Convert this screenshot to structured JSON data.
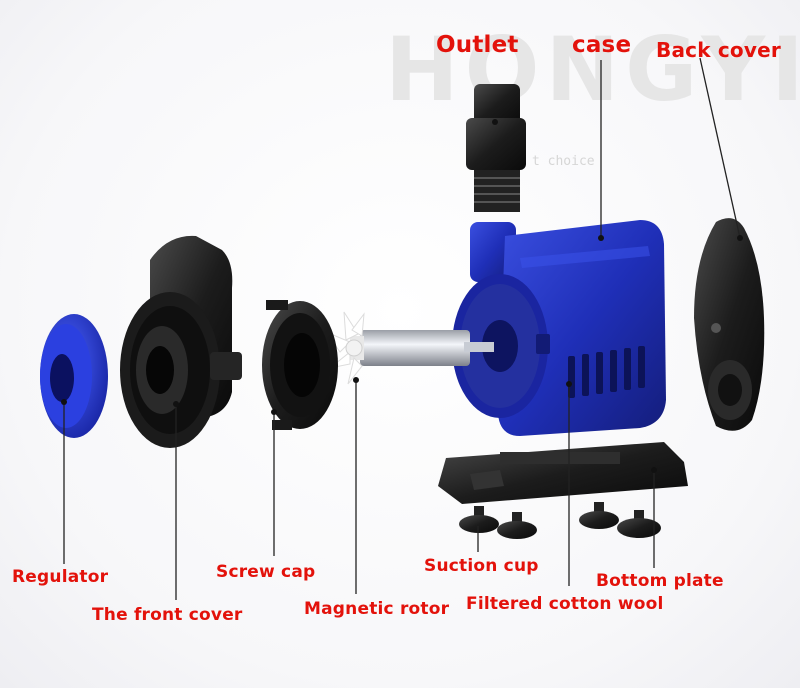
{
  "watermark": {
    "brand": "HONGYI",
    "tagline": "t choice"
  },
  "labels": {
    "outlet": "Outlet",
    "case": "case",
    "back_cover": "Back cover",
    "regulator": "Regulator",
    "front_cover": "The front cover",
    "screw_cap": "Screw cap",
    "magnetic_rotor": "Magnetic rotor",
    "suction_cup": "Suction cup",
    "filtered_cotton_wool": "Filtered cotton wool",
    "bottom_plate": "Bottom plate"
  },
  "colors": {
    "label": "#e3120b",
    "pump_blue": "#1f2fb8",
    "plastic_black": "#1a1a1a",
    "leader_line": "#222222"
  }
}
